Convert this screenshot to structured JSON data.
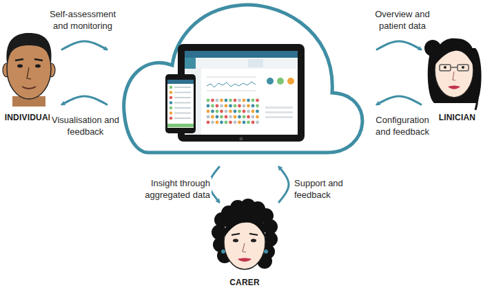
{
  "diagram": {
    "nodes": [
      {
        "text": [
          "INDIVIDUAL"
        ]
      },
      {
        "text": []
      },
      {
        "text": [
          "CLINICIAN"
        ]
      },
      {
        "text": [
          "CARER"
        ]
      }
    ],
    "edges": [
      {
        "from": 0,
        "to": 1,
        "label": "Self-assessment and monitoring",
        "arrow": "to"
      },
      {
        "from": 1,
        "to": 0,
        "label": "Visualisation and feedback",
        "arrow": "to"
      },
      {
        "from": 1,
        "to": 2,
        "label": "Overview and patient data",
        "arrow": "to"
      },
      {
        "from": 2,
        "to": 1,
        "label": "Configuration and feedback",
        "arrow": "to"
      },
      {
        "from": 1,
        "to": 3,
        "label": "Insight through aggregated data",
        "arrow": "to"
      },
      {
        "from": 3,
        "to": 1,
        "label": "Support and feedback",
        "arrow": "to"
      }
    ]
  }
}
